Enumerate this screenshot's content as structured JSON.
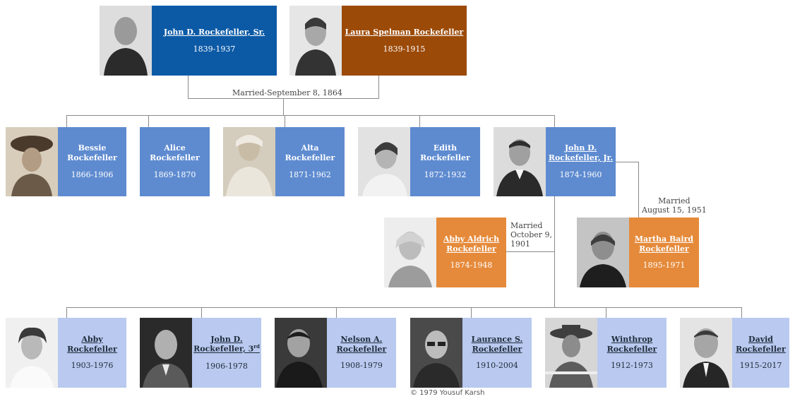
{
  "parents": [
    {
      "name": "John D. Rockefeller, Sr.",
      "years": "1839-1937",
      "color": "#0c5aa6",
      "icon": "portrait-photo"
    },
    {
      "name": "Laura Spelman Rockefeller",
      "years": "1839-1915",
      "color": "#9c4a08",
      "icon": "portrait-photo"
    }
  ],
  "marriage_parents": "Married-September 8, 1864",
  "children": [
    {
      "name": "Bessie Rockefeller",
      "years": "1866-1906"
    },
    {
      "name": "Alice Rockefeller",
      "years": "1869-1870"
    },
    {
      "name": "Alta Rockefeller",
      "years": "1871-1962"
    },
    {
      "name": "Edith Rockefeller",
      "years": "1872-1932"
    },
    {
      "name": "John D. Rockefeller, Jr.",
      "years": "1874-1960"
    }
  ],
  "spouses": [
    {
      "name": "Abby Aldrich Rockefeller",
      "years": "1874-1948",
      "married": "Married October 9, 1901"
    },
    {
      "name": "Martha Baird Rockefeller",
      "years": "1895-1971",
      "married": "Married August 15, 1951"
    }
  ],
  "grandchildren": [
    {
      "name": "Abby Rockefeller",
      "years": "1903-1976"
    },
    {
      "name": "John D. Rockefeller, 3rd",
      "years": "1906-1978"
    },
    {
      "name": "Nelson A. Rockefeller",
      "years": "1908-1979"
    },
    {
      "name": "Laurance S. Rockefeller",
      "years": "1910-2004"
    },
    {
      "name": "Winthrop Rockefeller",
      "years": "1912-1973"
    },
    {
      "name": "David Rockefeller",
      "years": "1915-2017"
    }
  ],
  "name_lines": {
    "bessie": [
      "Bessie",
      "Rockefeller"
    ],
    "alice": [
      "Alice",
      "Rockefeller"
    ],
    "alta": [
      "Alta",
      "Rockefeller"
    ],
    "edith": [
      "Edith",
      "Rockefeller"
    ],
    "jdjr": [
      "John D.",
      "Rockefeller, Jr."
    ],
    "abby_a": [
      "Abby Aldrich",
      "Rockefeller"
    ],
    "martha": [
      "Martha Baird",
      "Rockefeller"
    ],
    "abby": [
      "Abby",
      "Rockefeller"
    ],
    "jd3": [
      "John D.",
      "Rockefeller, 3",
      "rd"
    ],
    "nelson": [
      "Nelson A.",
      "Rockefeller"
    ],
    "laurance": [
      "Laurance S.",
      "Rockefeller"
    ],
    "winthrop": [
      "Winthrop",
      "Rockefeller"
    ],
    "david": [
      "David",
      "Rockefeller"
    ]
  },
  "married_lines": {
    "abby": [
      "Married",
      "October 9,",
      "1901"
    ],
    "martha": [
      "Married",
      "August 15, 1951"
    ]
  },
  "credit": "© 1979 Yousuf Karsh",
  "colors": {
    "sr": "#0c5aa6",
    "laura": "#9c4a08",
    "children": "#5e8bd0",
    "spouses": "#e58a3a",
    "grandchildren": "#b9c9ef",
    "lines": "#8a8a8a"
  }
}
